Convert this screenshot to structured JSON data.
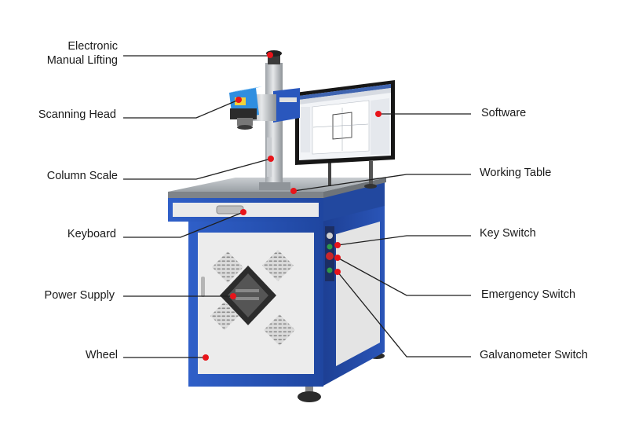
{
  "diagram": {
    "labels": {
      "electronic_lifting": [
        "Electronic",
        "Manual Lifting"
      ],
      "scanning_head": "Scanning Head",
      "column_scale": "Column Scale",
      "keyboard": "Keyboard",
      "power_supply": "Power Supply",
      "wheel": "Wheel",
      "software": "Software",
      "working_table": "Working Table",
      "key_switch": "Key Switch",
      "emergency_switch": "Emergency Switch",
      "galvanometer_switch": "Galvanometer Switch"
    },
    "colors": {
      "cabinet_blue": "#2a54b8",
      "panel_white": "#ececec",
      "marker_red": "#e8141a",
      "leader_line": "#1f1f1f"
    }
  }
}
